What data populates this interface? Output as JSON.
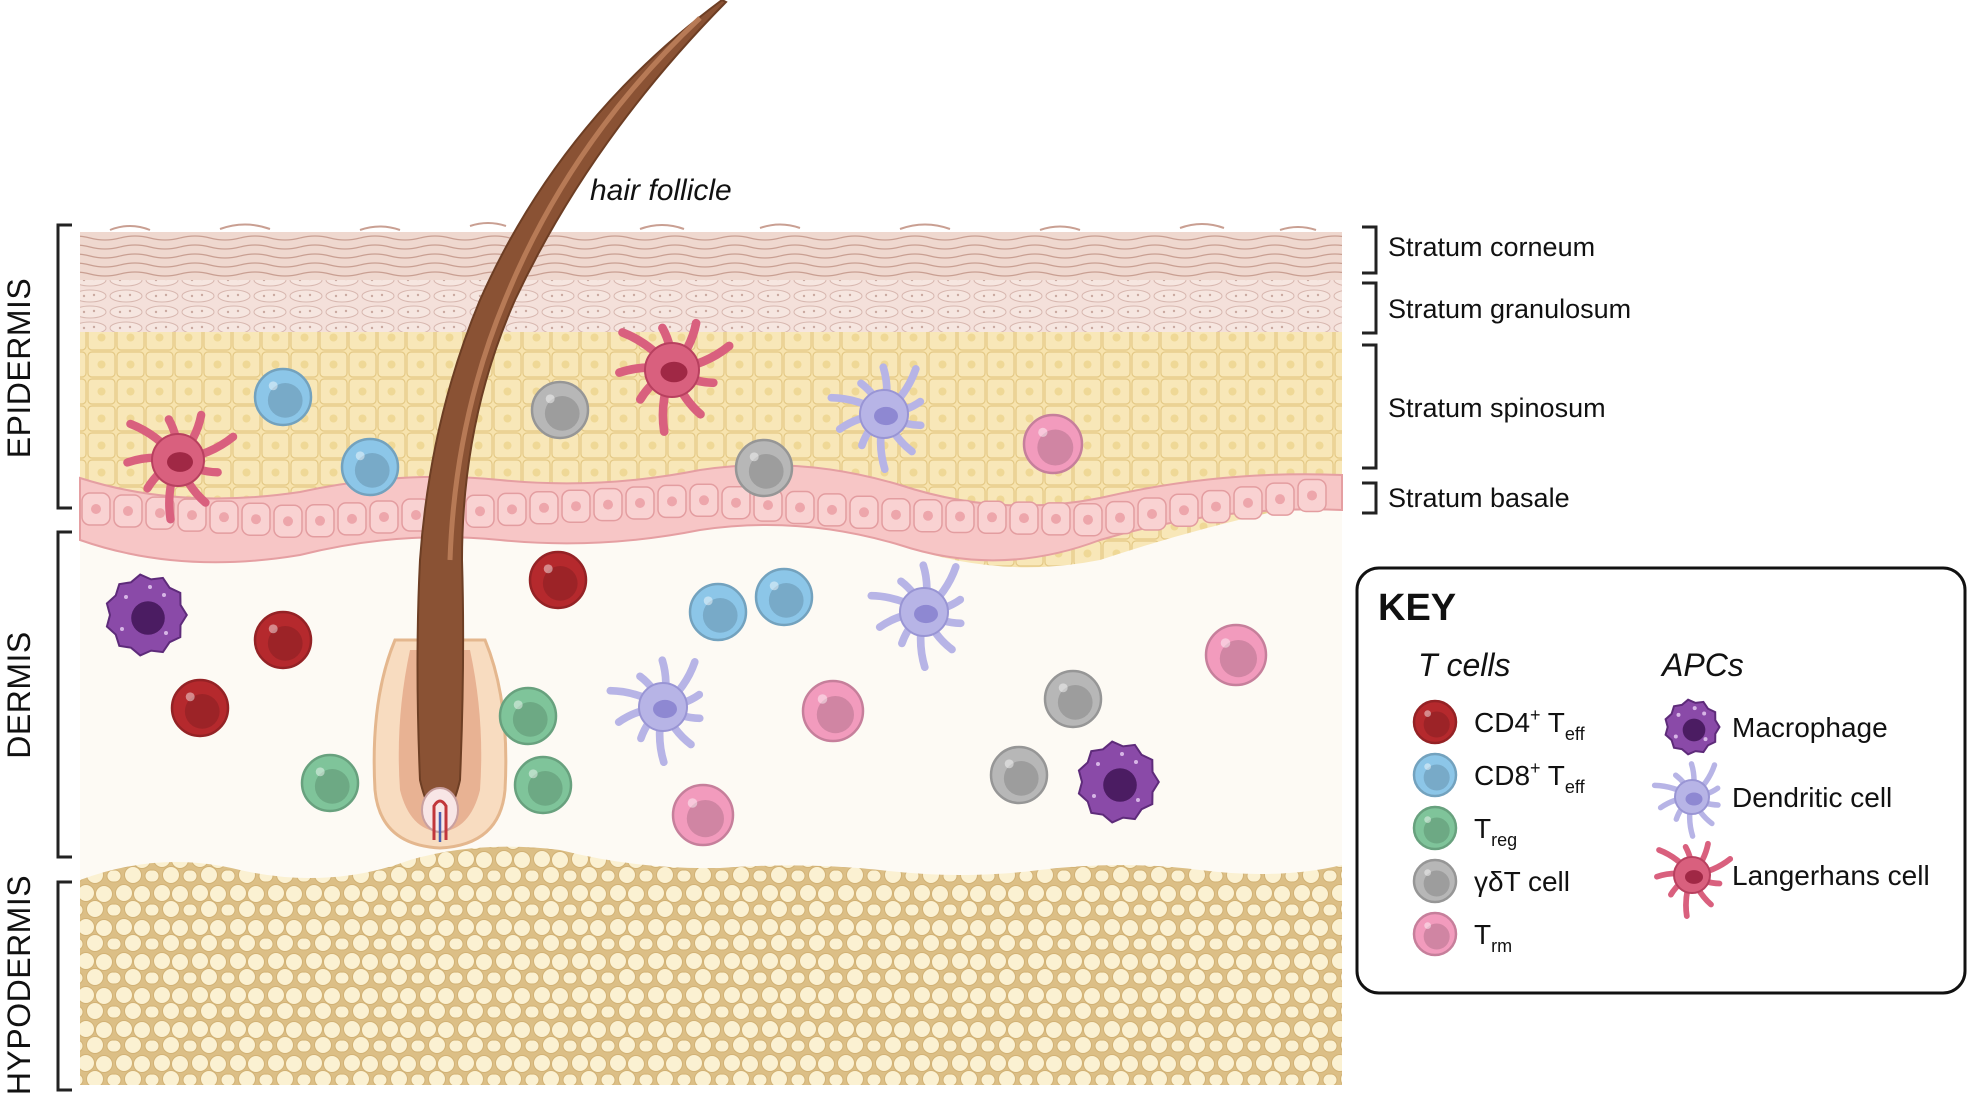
{
  "regions": {
    "epidermis": "EPIDERMIS",
    "dermis": "DERMIS",
    "hypodermis": "HYPODERMIS"
  },
  "layers": {
    "corneum": "Stratum corneum",
    "granulosum": "Stratum granulosum",
    "spinosum": "Stratum spinosum",
    "basale": "Stratum basale"
  },
  "hair_follicle": "hair follicle",
  "key": {
    "title": "KEY",
    "t_cells_heading": "T cells",
    "apcs_heading": "APCs",
    "t_cells": [
      {
        "base": "CD4",
        "sup": "+",
        "mid": " T",
        "sub": "eff",
        "color": "#b5292d"
      },
      {
        "base": "CD8",
        "sup": "+",
        "mid": " T",
        "sub": "eff",
        "color": "#8cc6e8"
      },
      {
        "base": "T",
        "sup": "",
        "mid": "",
        "sub": "reg",
        "color": "#7fc49a"
      },
      {
        "base": "γδT cell",
        "sup": "",
        "mid": "",
        "sub": "",
        "color": "#b7b7b7"
      },
      {
        "base": "T",
        "sup": "",
        "mid": "",
        "sub": "rm",
        "color": "#f29bbd"
      }
    ],
    "apcs": [
      {
        "label": "Macrophage",
        "icon": "macrophage-icon",
        "color": "#7b3f96"
      },
      {
        "label": "Dendritic cell",
        "icon": "dendritic-cell-icon",
        "color": "#b7b4e6"
      },
      {
        "label": "Langerhans cell",
        "icon": "langerhans-cell-icon",
        "color": "#d9607e"
      }
    ]
  },
  "colors": {
    "corneum": "#ead2c8",
    "granulosum": "#f3dcd6",
    "spinosum": "#f6e2a8",
    "basale": "#f7c6c6",
    "dermis": "#fdfaf4",
    "hypodermis": "#e9cf9c",
    "hair": "#8a5234"
  }
}
